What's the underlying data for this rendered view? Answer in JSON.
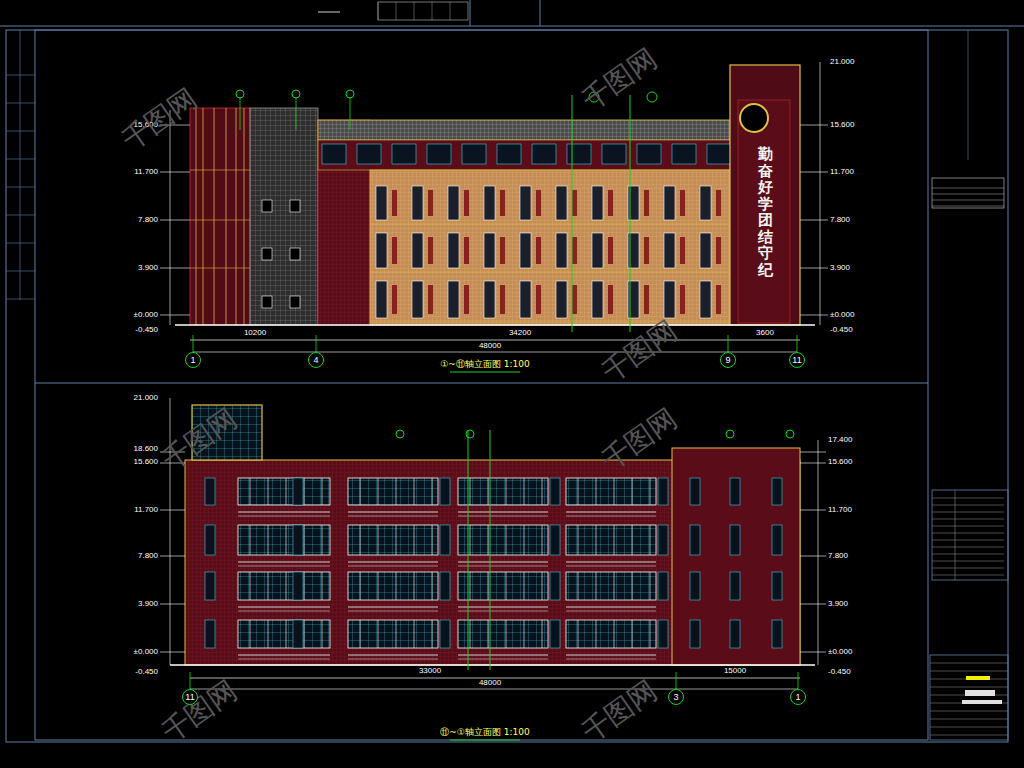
{
  "diagram": {
    "nodes": [
      {
        "text": [
          "勤奋好学团结守纪"
        ]
      },
      {
        "text": [
          "1"
        ]
      },
      {
        "text": [
          "4"
        ]
      },
      {
        "text": [
          "9"
        ]
      },
      {
        "text": [
          "11"
        ]
      },
      {
        "text": [
          "11"
        ]
      },
      {
        "text": [
          "3"
        ]
      },
      {
        "text": [
          "1"
        ]
      }
    ],
    "labels": [
      "15.600",
      "11.700",
      "7.800",
      "3.900",
      "±0.000",
      "-0.450",
      "21.000",
      "15.600",
      "11.700",
      "7.800",
      "3.900",
      "±0.000",
      "-0.450",
      "10200",
      "34200",
      "3600",
      "48000",
      "①~⑪轴立面图 1:100",
      "21.000",
      "18.600",
      "15.600",
      "11.700",
      "7.800",
      "3.900",
      "±0.000",
      "-0.450",
      "17.400",
      "15.600",
      "11.700",
      "7.800",
      "3.900",
      "±0.000",
      "-0.450",
      "33000",
      "15000",
      "48000",
      "⑪~①轴立面图 1:100",
      "千图网",
      "千图网",
      "千图网",
      "千图网",
      "千图网",
      "千图网",
      "千图网"
    ]
  }
}
